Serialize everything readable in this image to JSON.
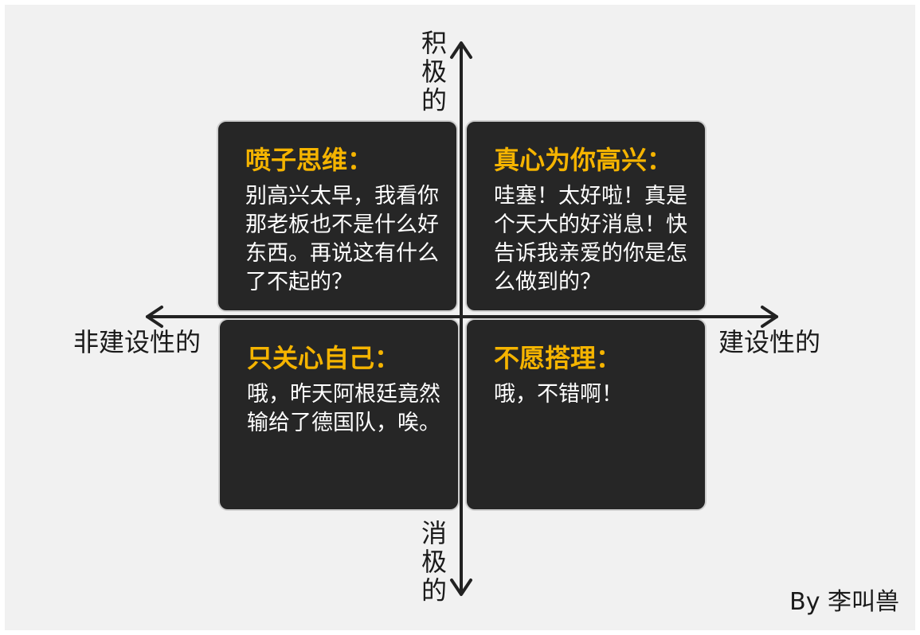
{
  "axes": {
    "top": "积极的",
    "bottom": "消极的",
    "left": "非建设性的",
    "right": "建设性的"
  },
  "quadrants": {
    "top_left": {
      "title": "喷子思维：",
      "body": "别高兴太早，我看你那老板也不是什么好东西。再说这有什么了不起的？"
    },
    "top_right": {
      "title": "真心为你高兴：",
      "body": "哇塞！太好啦！真是个天大的好消息！快告诉我亲爱的你是怎么做到的？"
    },
    "bottom_left": {
      "title": "只关心自己：",
      "body": "哦，昨天阿根廷竟然输给了德国队，唉。"
    },
    "bottom_right": {
      "title": "不愿搭理：",
      "body": "哦，不错啊！"
    }
  },
  "credit": "By 李叫兽",
  "colors": {
    "title": "#f5b400",
    "box_background": "#262626",
    "canvas": "#f1f1f1",
    "axis": "#222222"
  }
}
